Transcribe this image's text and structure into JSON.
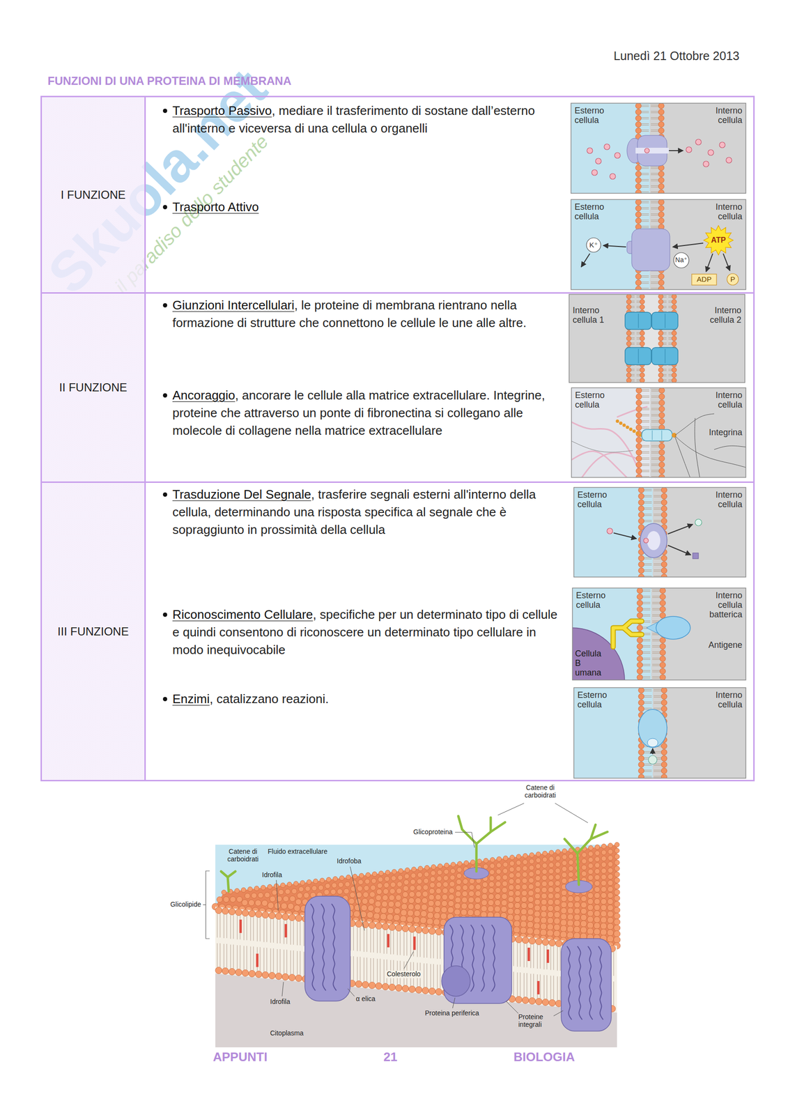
{
  "diagram": {
    "title": "FUNZIONI DI UNA PROTEINA DI MEMBRANA",
    "nodes": [
      {
        "text": [
          "I FUNZIONE"
        ]
      },
      {
        "text": [
          "Trasporto Passivo",
          ", mediare il trasferimento di sostane dall’esterno all'interno e viceversa di una cellula o organelli"
        ],
        "in": 0
      },
      {
        "text": [
          "Trasporto Attivo"
        ],
        "in": 0
      },
      {
        "text": [
          "II FUNZIONE"
        ]
      },
      {
        "text": [
          "Giunzioni Intercellulari",
          ", le proteine di membrana rientrano nella formazione di strutture che connettono le cellule le une alle altre."
        ],
        "in": 3
      },
      {
        "text": [
          "Ancoraggio",
          ", ancorare le cellule alla matrice extracellulare. Integrine, proteine che attraverso un ponte di fibronectina si collegano alle molecole di collagene nella matrice extracellulare"
        ],
        "in": 3
      },
      {
        "text": [
          "III FUNZIONE"
        ]
      },
      {
        "text": [
          "Trasduzione Del Segnale",
          ", trasferire segnali esterni all'interno della cellula, determinando una risposta specifica al segnale che è sopraggiunto in prossimità della cellula"
        ],
        "in": 6
      },
      {
        "text": [
          "Riconoscimento Cellulare",
          ", specifiche per un determinato tipo di cellule e quindi consentono di riconoscere un determinato tipo cellulare in modo inequivocabile"
        ],
        "in": 6
      },
      {
        "text": [
          "Enzimi",
          ", catalizzano reazioni."
        ],
        "in": 6
      }
    ],
    "labels": [
      "Lunedì 21 Ottobre 2013",
      "Skuola.net",
      "il paradiso dello studente",
      "Esterno cellula",
      "Interno cellula",
      "Esterno cellula",
      "Interno cellula",
      "K⁺",
      "Na⁺",
      "ATP",
      "ADP",
      "P",
      "Interno cellula 1",
      "Interno cellula 2",
      "Esterno cellula",
      "Interno cellula",
      "Integrina",
      "Esterno cellula",
      "Interno cellula",
      "Esterno cellula",
      "Interno cellula batterica",
      "Cellula B umana",
      "Antigene",
      "Esterno cellula",
      "Interno cellula",
      "Catene di carboidrati",
      "Glicoproteina",
      "Catene di carboidrati",
      "Fluido extracellulare",
      "Idrofoba",
      "Idrofila",
      "Glicolipide",
      "Colesterolo",
      "Idrofila",
      "α elica",
      "Proteina periferica",
      "Proteine integrali",
      "Citoplasma",
      "APPUNTI",
      "21",
      "BIOLOGIA"
    ]
  }
}
